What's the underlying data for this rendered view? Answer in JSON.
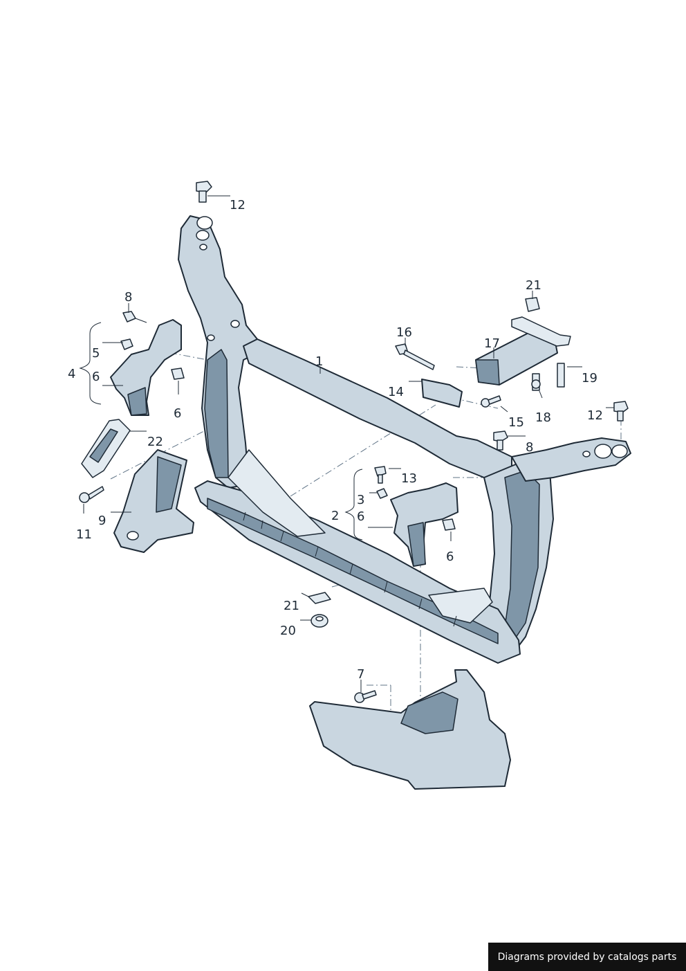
{
  "diagram": {
    "callouts": {
      "c1": "1",
      "c2": "2",
      "c3": "3",
      "c4": "4",
      "c5": "5",
      "c6a": "6",
      "c6b": "6",
      "c6c": "6",
      "c6d": "6",
      "c7": "7",
      "c8a": "8",
      "c8b": "8",
      "c9": "9",
      "c11": "11",
      "c12a": "12",
      "c12b": "12",
      "c13": "13",
      "c14": "14",
      "c15": "15",
      "c16": "16",
      "c17": "17",
      "c18": "18",
      "c19": "19",
      "c20": "20",
      "c21a": "21",
      "c21b": "21",
      "c22": "22"
    }
  },
  "footer": {
    "credit": "Diagrams provided by catalogs parts"
  }
}
